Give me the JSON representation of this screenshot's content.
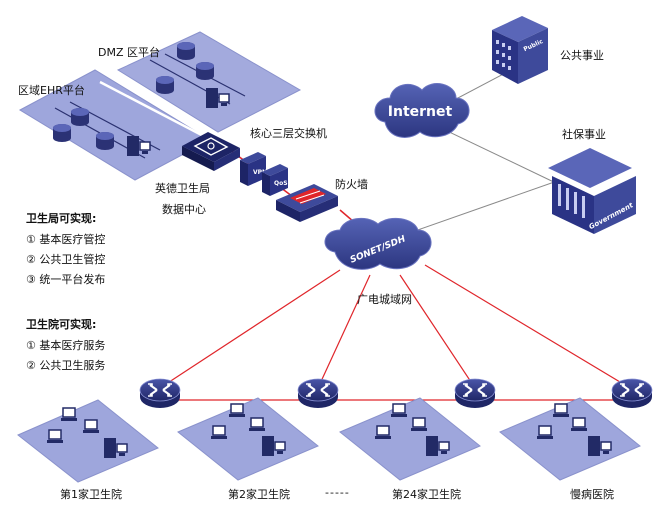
{
  "labels": {
    "dmz": "DMZ 区平台",
    "ehr": "区域EHR平台",
    "core_switch": "核心三层交换机",
    "bureau_line1": "英德卫生局",
    "bureau_line2": "数据中心",
    "firewall": "防火墙",
    "public_affairs": "公共事业",
    "social_security": "社保事业",
    "internet": "Internet",
    "sonet": "SONET/SDH",
    "metro_net": "广电城域网",
    "public_bldg": "Public",
    "gov_bldg": "Government",
    "vpn": "VPN",
    "qos": "QoS"
  },
  "bureau_panel": {
    "title": "卫生局可实现:",
    "items": [
      "① 基本医疗管控",
      "② 公共卫生管控",
      "③ 统一平台发布"
    ]
  },
  "clinic_panel": {
    "title": "卫生院可实现:",
    "items": [
      "① 基本医疗服务",
      "② 公共卫生服务"
    ]
  },
  "sites": [
    {
      "name": "第1家卫生院"
    },
    {
      "name": "第2家卫生院"
    },
    {
      "name": "第24家卫生院"
    },
    {
      "name": "慢病医院"
    }
  ],
  "ellipsis": "-----",
  "colors": {
    "platform_fill": "#9ea6dc",
    "platform_edge": "#7c84c0",
    "device_dark": "#2a3170",
    "link_red": "#e0262b",
    "link_gray": "#8a8a8a",
    "cloud_fill": "#3e4a9b"
  }
}
